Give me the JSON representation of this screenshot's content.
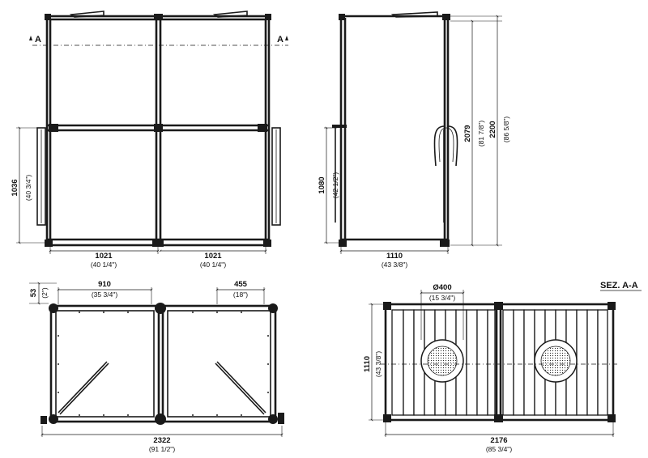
{
  "dimensions": {
    "front_width_left": "1021",
    "front_width_left_in": "(40 1/4\")",
    "front_width_right": "1021",
    "front_width_right_in": "(40 1/4\")",
    "front_height": "1036",
    "front_height_in": "(40 3/4\")",
    "side_width": "1110",
    "side_width_in": "(43 3/8\")",
    "side_height_left": "1080",
    "side_height_left_in": "(42 1/2\")",
    "side_height_mid": "2079",
    "side_height_mid_in": "(81 7/8\")",
    "side_height_total": "2200",
    "side_height_total_in": "(86 5/8\")",
    "plan_offset": "53",
    "plan_offset_in": "(2\")",
    "plan_opening_left": "910",
    "plan_opening_left_in": "(35 3/4\")",
    "plan_opening_right": "455",
    "plan_opening_right_in": "(18\")",
    "plan_total_width": "2322",
    "plan_total_width_in": "(91 1/2\")",
    "section_diameter": "Ø400",
    "section_diameter_in": "(15 3/4\")",
    "section_height": "1110",
    "section_height_in": "(43 3/8\")",
    "section_width": "2176",
    "section_width_in": "(85 3/4\")"
  },
  "labels": {
    "section_marker_left": "A",
    "section_marker_right": "A",
    "section_title": "SEZ. A-A"
  },
  "colors": {
    "line": "#1a1a1a",
    "background": "#ffffff"
  }
}
